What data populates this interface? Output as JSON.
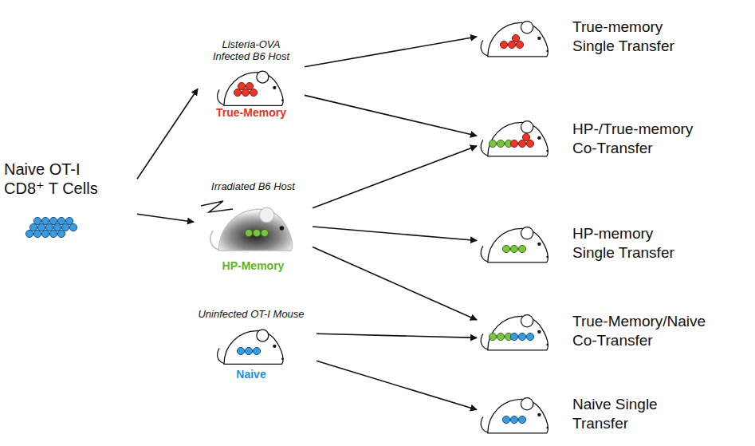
{
  "diagram": {
    "nodes": [
      {
        "text": [
          "Naive OT-I CD8⁺ T Cells"
        ]
      },
      {
        "text": [
          "Listeria-OVA Infected B6 Host",
          "True-Memory"
        ]
      },
      {
        "text": [
          "Irradiated B6 Host",
          "HP-Memory"
        ]
      },
      {
        "text": [
          "Uninfected OT-I Mouse",
          "Naive"
        ]
      },
      {
        "text": [
          "True-memory Single Transfer"
        ]
      },
      {
        "text": [
          "HP-/True-memory Co-Transfer"
        ]
      },
      {
        "text": [
          "HP-memory Single Transfer"
        ]
      },
      {
        "text": [
          "True-Memory/Naive Co-Transfer"
        ]
      },
      {
        "text": [
          "Naive Single Transfer"
        ]
      }
    ],
    "edges": [
      {
        "from": 0,
        "to": 1,
        "arrow": "to"
      },
      {
        "from": 0,
        "to": 2,
        "arrow": "to"
      },
      {
        "from": 1,
        "to": 4,
        "arrow": "to"
      },
      {
        "from": 1,
        "to": 5,
        "arrow": "to"
      },
      {
        "from": 2,
        "to": 5,
        "arrow": "to"
      },
      {
        "from": 2,
        "to": 6,
        "arrow": "to"
      },
      {
        "from": 2,
        "to": 7,
        "arrow": "to"
      },
      {
        "from": 3,
        "to": 7,
        "arrow": "to"
      },
      {
        "from": 3,
        "to": 8,
        "arrow": "to"
      }
    ]
  }
}
